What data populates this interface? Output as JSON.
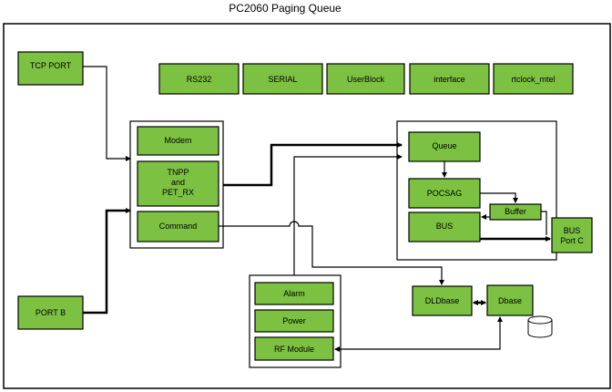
{
  "title": "PC2060 Paging Queue",
  "colors": {
    "block_fill": "#7cc142",
    "block_stroke": "#000000",
    "container_fill": "#ffffff",
    "line": "#000000"
  },
  "top_blocks": [
    "RS232",
    "SERIAL",
    "UserBlock",
    "interface",
    "rtclock_mtel"
  ],
  "inputs": {
    "tcp_port": "TCP PORT",
    "port_b": "PORT B"
  },
  "modem_group": {
    "modem": "Modem",
    "tnpp_line1": "TNPP",
    "tnpp_line2": "and",
    "tnpp_line3": "PET_RX",
    "command": "Command"
  },
  "queue_group": {
    "queue": "Queue",
    "pocsag": "POCSAG",
    "buffer": "Buffer",
    "bus": "BUS"
  },
  "bus_port_c": {
    "line1": "BUS",
    "line2": "Port C"
  },
  "system_group": {
    "alarm": "Alarm",
    "power": "Power",
    "rf_module": "RF Module"
  },
  "storage": {
    "dldbase": "DLDbase",
    "dbase": "Dbase",
    "database_icon": "database-cylinder-icon"
  }
}
